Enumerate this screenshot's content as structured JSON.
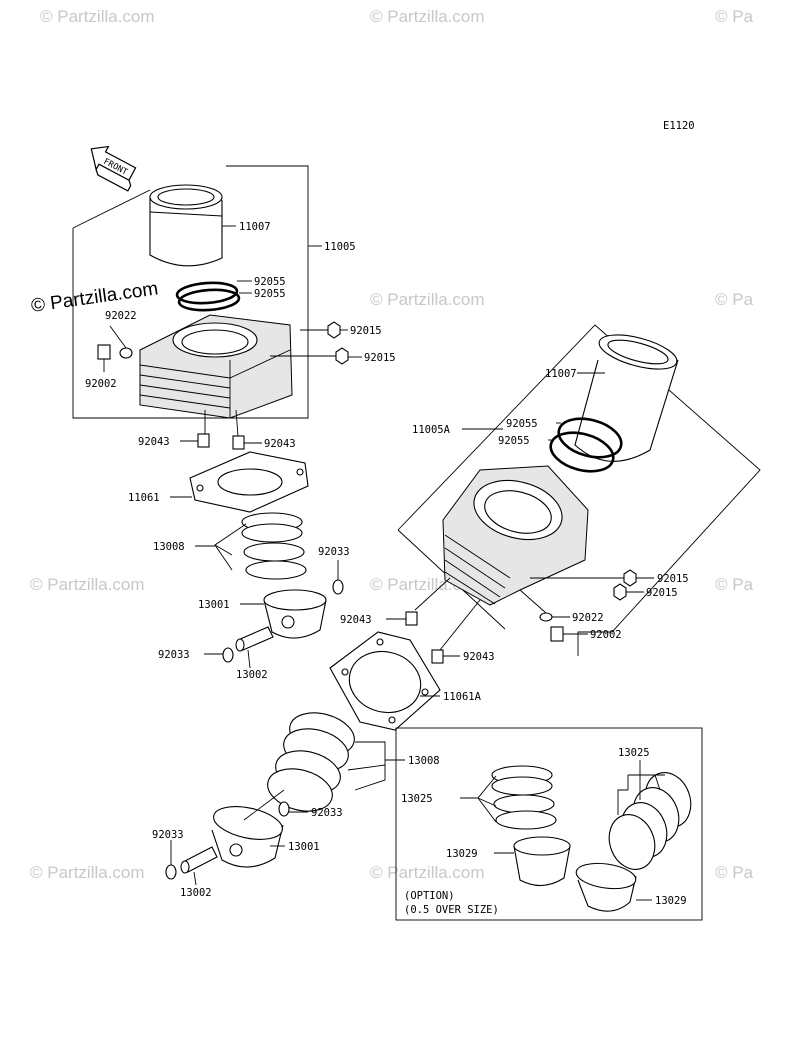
{
  "diagram_code": "E1120",
  "front_label": "FRONT",
  "watermark": "© Partzilla.com",
  "watermark_corner": "© Pa",
  "option_note": {
    "line1": "(OPTION)",
    "line2": "(0.5 OVER SIZE)"
  },
  "labels": {
    "p11007_a": "11007",
    "p11005": "11005",
    "p92055_a1": "92055",
    "p92055_a2": "92055",
    "p92022_a": "92022",
    "p92002_a": "92002",
    "p92015_a1": "92015",
    "p92015_a2": "92015",
    "p92043_a1": "92043",
    "p92043_a2": "92043",
    "p11061": "11061",
    "p13008_a": "13008",
    "p92033_a1": "92033",
    "p13001_a": "13001",
    "p92033_a2": "92033",
    "p13002_a": "13002",
    "p11007_b": "11007",
    "p11005A": "11005A",
    "p92055_b1": "92055",
    "p92055_b2": "92055",
    "p92015_b1": "92015",
    "p92015_b2": "92015",
    "p92022_b": "92022",
    "p92002_b": "92002",
    "p92043_b1": "92043",
    "p92043_b2": "92043",
    "p11061A": "11061A",
    "p13008_b": "13008",
    "p92033_b1": "92033",
    "p92033_b2": "92033",
    "p13001_b": "13001",
    "p13002_b": "13002",
    "p13025_a": "13025",
    "p13025_b": "13025",
    "p13029_a": "13029",
    "p13029_b": "13029"
  }
}
